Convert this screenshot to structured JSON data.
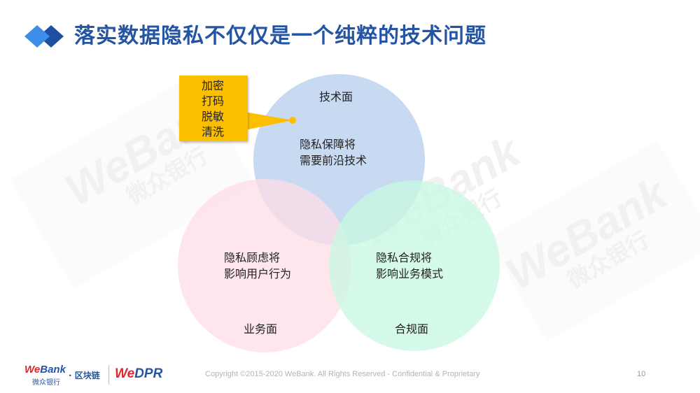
{
  "slide": {
    "title": "落实数据隐私不仅仅是一个纯粹的技术问题",
    "page_number": "10"
  },
  "venn": {
    "circles": [
      {
        "id": "tech",
        "title": "技术面",
        "line1": "隐私保障将",
        "line2": "需要前沿技术",
        "color": "#c3d6f2"
      },
      {
        "id": "business",
        "title": "业务面",
        "line1": "隐私顾虑将",
        "line2": "影响用户行为",
        "color": "#fde3ea"
      },
      {
        "id": "compliance",
        "title": "合规面",
        "line1": "隐私合规将",
        "line2": "影响业务模式",
        "color": "#cdf8e4"
      }
    ]
  },
  "callout": {
    "lines": [
      "加密",
      "打码",
      "脱敏",
      "清洗"
    ],
    "color": "#fcbf00"
  },
  "footer": {
    "brand_en_we": "We",
    "brand_en_bank": "Bank",
    "brand_cn": "微众银行",
    "chain_label": "· 区块链",
    "product_we": "We",
    "product_dpr": "DPR",
    "copyright": "Copyright ©2015-2020 WeBank. All Rights Reserved - Confidential & Proprietary"
  },
  "watermark": {
    "en": "WeBank",
    "cn": "微众银行"
  },
  "colors": {
    "title": "#2455a4",
    "accent_light": "#3d8ee8",
    "accent_dark": "#1f4fa0",
    "brand_red": "#e3262c"
  }
}
